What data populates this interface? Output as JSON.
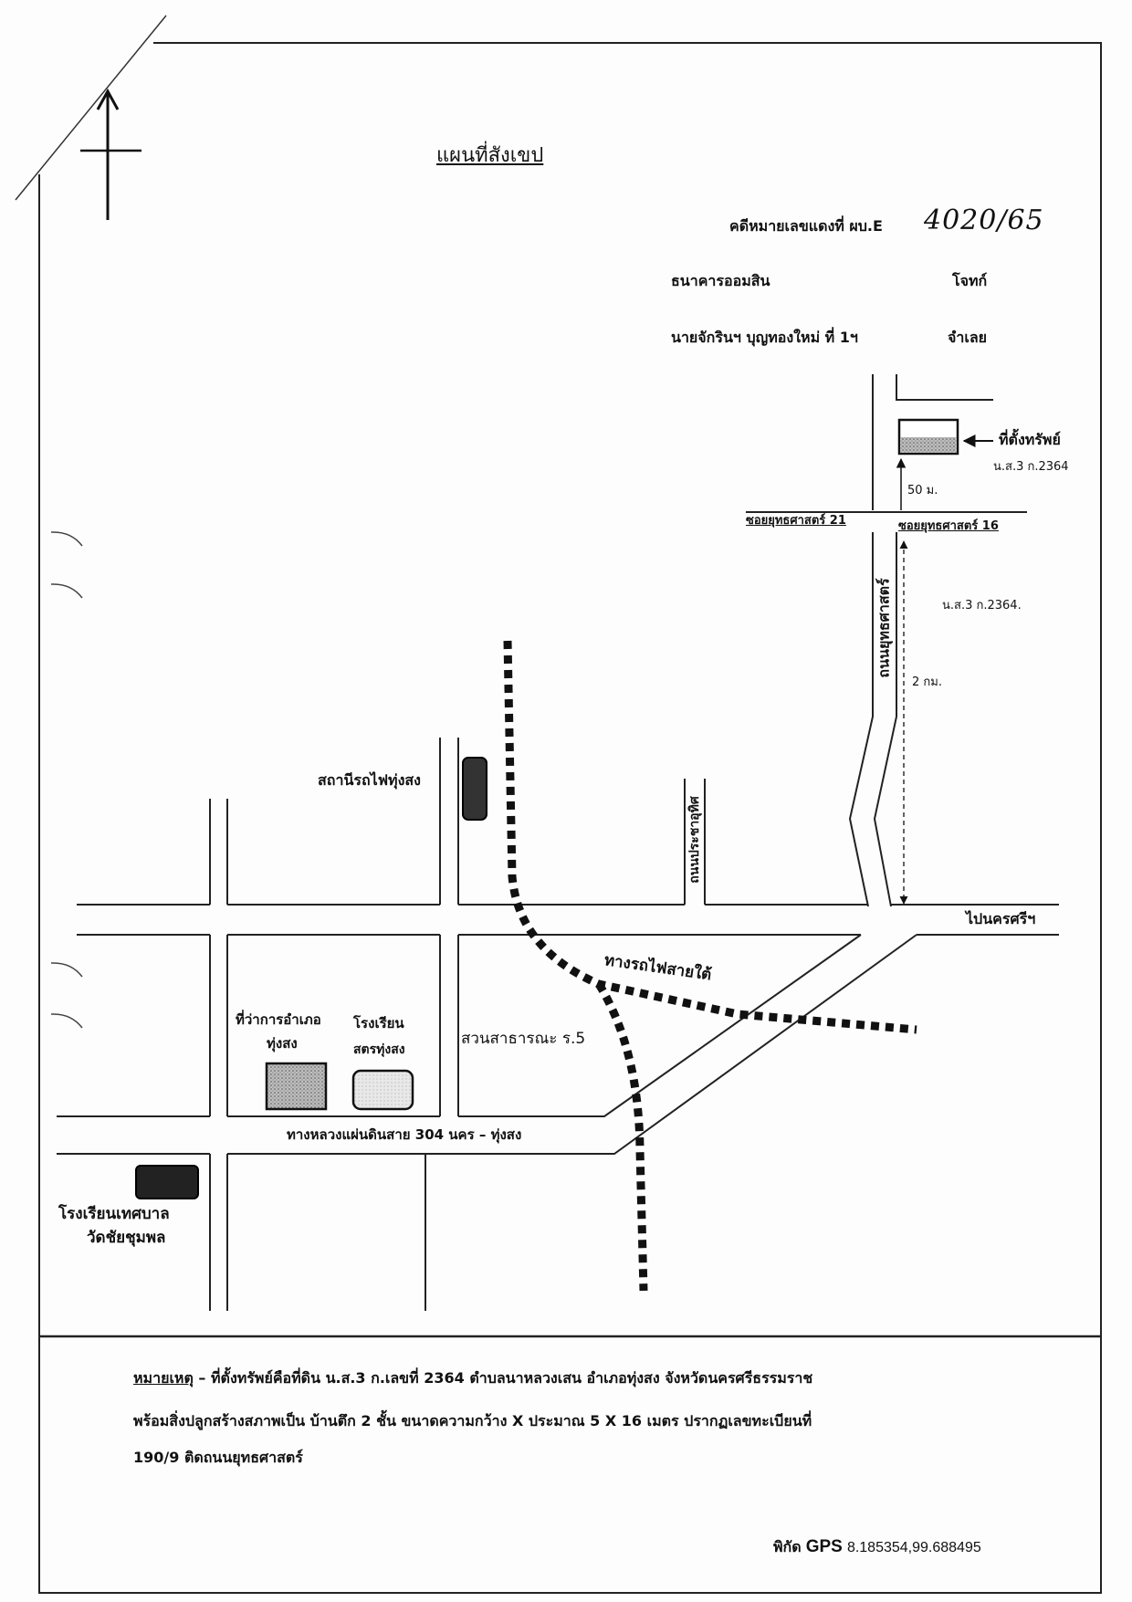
{
  "page": {
    "title": "แผนที่สังเขป"
  },
  "case": {
    "label": "คดีหมายเลขแดงที่ ผบ.E",
    "number": "4020/65"
  },
  "parties": {
    "plaintiff_name": "ธนาคารออมสิน",
    "plaintiff_role": "โจทก์",
    "defendant_name": "นายจักรินฯ  บุญทองใหม่  ที่ 1ฯ",
    "defendant_role": "จำเลย"
  },
  "map": {
    "property": {
      "label": "ที่ตั้งทรัพย์",
      "deed": "น.ส.3 ก.2364",
      "distance": "50 ม."
    },
    "roads": {
      "soi_left": "ซอยยุทธศาสตร์ 21",
      "soi_right": "ซอยยุทธศาสตร์ 16",
      "yutthasat": "ถนนยุทธศาสตร์",
      "pracha_uthit": "ถนนประชาอุทิศ",
      "highway": "ทางหลวงแผ่นดินสาย 304 นคร – ทุ่งสง",
      "to_nakhon": "ไปนครศรีฯ"
    },
    "deed_along_road": "น.ส.3 ก.2364.",
    "distance_road": "2 กม.",
    "railway": "ทางรถไฟสายใต้",
    "landmarks": {
      "station": "สถานีรถไฟทุ่งสง",
      "district_office": [
        "ที่ว่าการอำเภอ",
        "ทุ่งสง"
      ],
      "girls_school": [
        "โรงเรียน",
        "สตรทุ่งสง"
      ],
      "park": "สวนสาธารณะ ร.5",
      "municipal_school": [
        "โรงเรียนเทศบาล",
        "วัดชัยชุมพล"
      ]
    }
  },
  "note": {
    "label": "หมายเหตุ",
    "line1": " – ที่ตั้งทรัพย์คือที่ดิน น.ส.3 ก.เลขที่ 2364  ตำบลนาหลวงเสน  อำเภอทุ่งสง  จังหวัดนครศรีธรรมราช",
    "line2": "พร้อมสิ่งปลูกสร้างสภาพเป็น บ้านตึก 2 ชั้น ขนาดความกว้าง X ประมาณ 5 X 16 เมตร  ปรากฏเลขทะเบียนที่",
    "line3": "190/9  ติดถนนยุทธศาสตร์"
  },
  "gps": {
    "label": "พิกัด",
    "system": "GPS",
    "coords": "8.185354,99.688495"
  },
  "colors": {
    "ink": "#111111",
    "paper": "#ffffff"
  }
}
